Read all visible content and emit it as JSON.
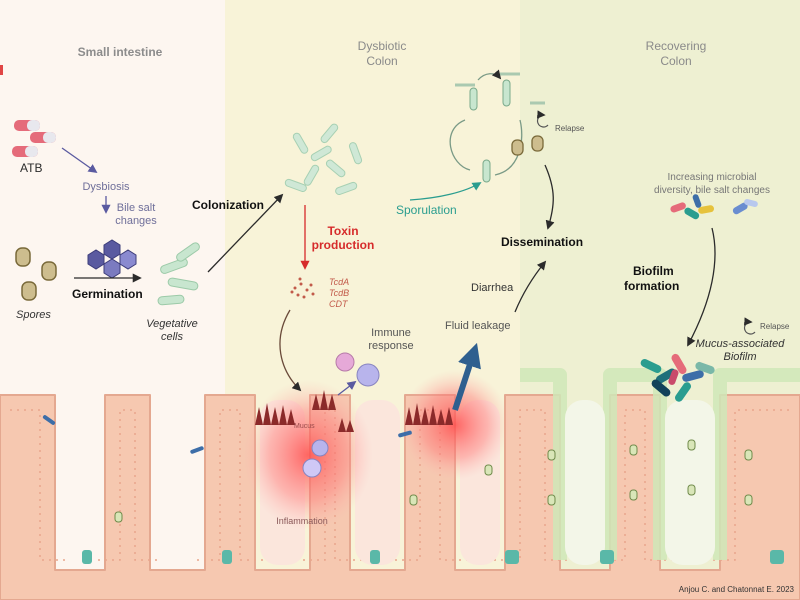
{
  "sections": {
    "small_intestine": "Small intestine",
    "dysbiotic_colon": [
      "Dysbiotic",
      "Colon"
    ],
    "recovering_colon": [
      "Recovering",
      "Colon"
    ]
  },
  "labels": {
    "atb": "ATB",
    "dysbiosis": "Dysbiosis",
    "bile_salt": [
      "Bile salt",
      "changes"
    ],
    "germination": "Germination",
    "spores": "Spores",
    "vegetative_cells": [
      "Vegetative",
      "cells"
    ],
    "colonization": "Colonization",
    "toxin_production": [
      "Toxin",
      "production"
    ],
    "toxins": [
      "TcdA",
      "TcdB",
      "CDT"
    ],
    "immune_response": [
      "Immune",
      "response"
    ],
    "inflammation": "Inflammation",
    "mucus": "Mucus",
    "sporulation": "Sporulation",
    "relapse_top": "Relapse",
    "dissemination": "Dissemination",
    "diarrhea": "Diarrhea",
    "fluid_leakage": "Fluid leakage",
    "microbial_diversity": [
      "Increasing microbial",
      "diversity, bile salt changes"
    ],
    "biofilm_formation": [
      "Biofilm",
      "formation"
    ],
    "relapse_bottom": "Relapse",
    "mucus_biofilm": [
      "Mucus-associated",
      "Biofilm"
    ]
  },
  "credit": "Anjou C. and Chatonnat E. 2023",
  "colors": {
    "bg_left": "#fdf6f0",
    "bg_mid": "#f8f3d8",
    "bg_right": "#eef0d2",
    "tissue": "#f6c8b0",
    "mucus_green": "#cfe8b8",
    "inflammation": "#ff6b6b",
    "toxin_red": "#d62b2b",
    "sporulation_teal": "#2a9d8f",
    "arrow_blue": "#2f5f8f"
  }
}
